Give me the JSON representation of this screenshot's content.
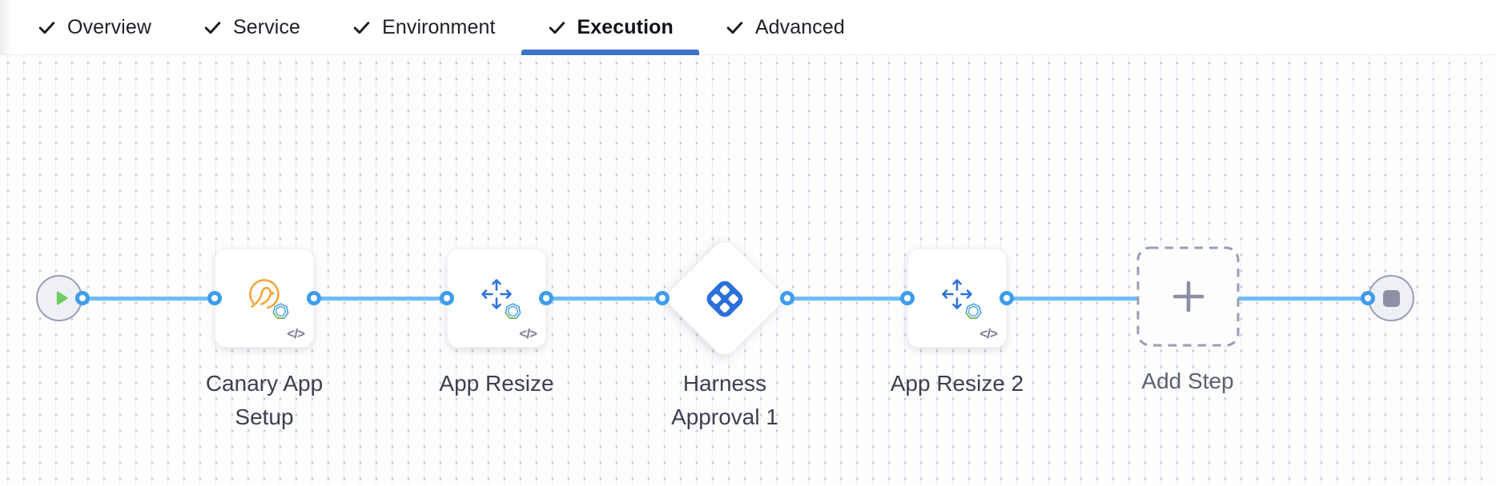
{
  "tab_bar": {
    "tabs": [
      {
        "label": "Overview",
        "completed": true,
        "active": false
      },
      {
        "label": "Service",
        "completed": true,
        "active": false
      },
      {
        "label": "Environment",
        "completed": true,
        "active": false
      },
      {
        "label": "Execution",
        "completed": true,
        "active": true
      },
      {
        "label": "Advanced",
        "completed": true,
        "active": false
      }
    ]
  },
  "pipeline": {
    "start_node": {
      "icon": "play-icon"
    },
    "end_node": {
      "icon": "stop-icon"
    },
    "steps": [
      {
        "label": "Canary App Setup",
        "icon": "canary-bird-icon",
        "badge_icon": "tanzu-service-badge-icon",
        "code_label": "</>"
      },
      {
        "label": "App Resize",
        "icon": "resize-arrows-icon",
        "badge_icon": "tanzu-service-badge-icon",
        "code_label": "</>"
      },
      {
        "label": "Harness Approval 1",
        "icon": "harness-logo-icon"
      },
      {
        "label": "App Resize 2",
        "icon": "resize-arrows-icon",
        "badge_icon": "tanzu-service-badge-icon",
        "code_label": "</>"
      },
      {
        "label": "Add Step",
        "icon": "plus-icon"
      }
    ]
  },
  "colors": {
    "connector_line": "#6ebdf4",
    "port_ring": "#3f9ceb",
    "tab_underline": "#3b73c9",
    "harness_blue": "#2b6fdb",
    "resize_blue": "#2f72d9",
    "canary_orange": "#f6a63c",
    "play_green": "#6fcd62",
    "node_border_gray": "#9b9cb4",
    "label_text": "#3d3f4e"
  }
}
